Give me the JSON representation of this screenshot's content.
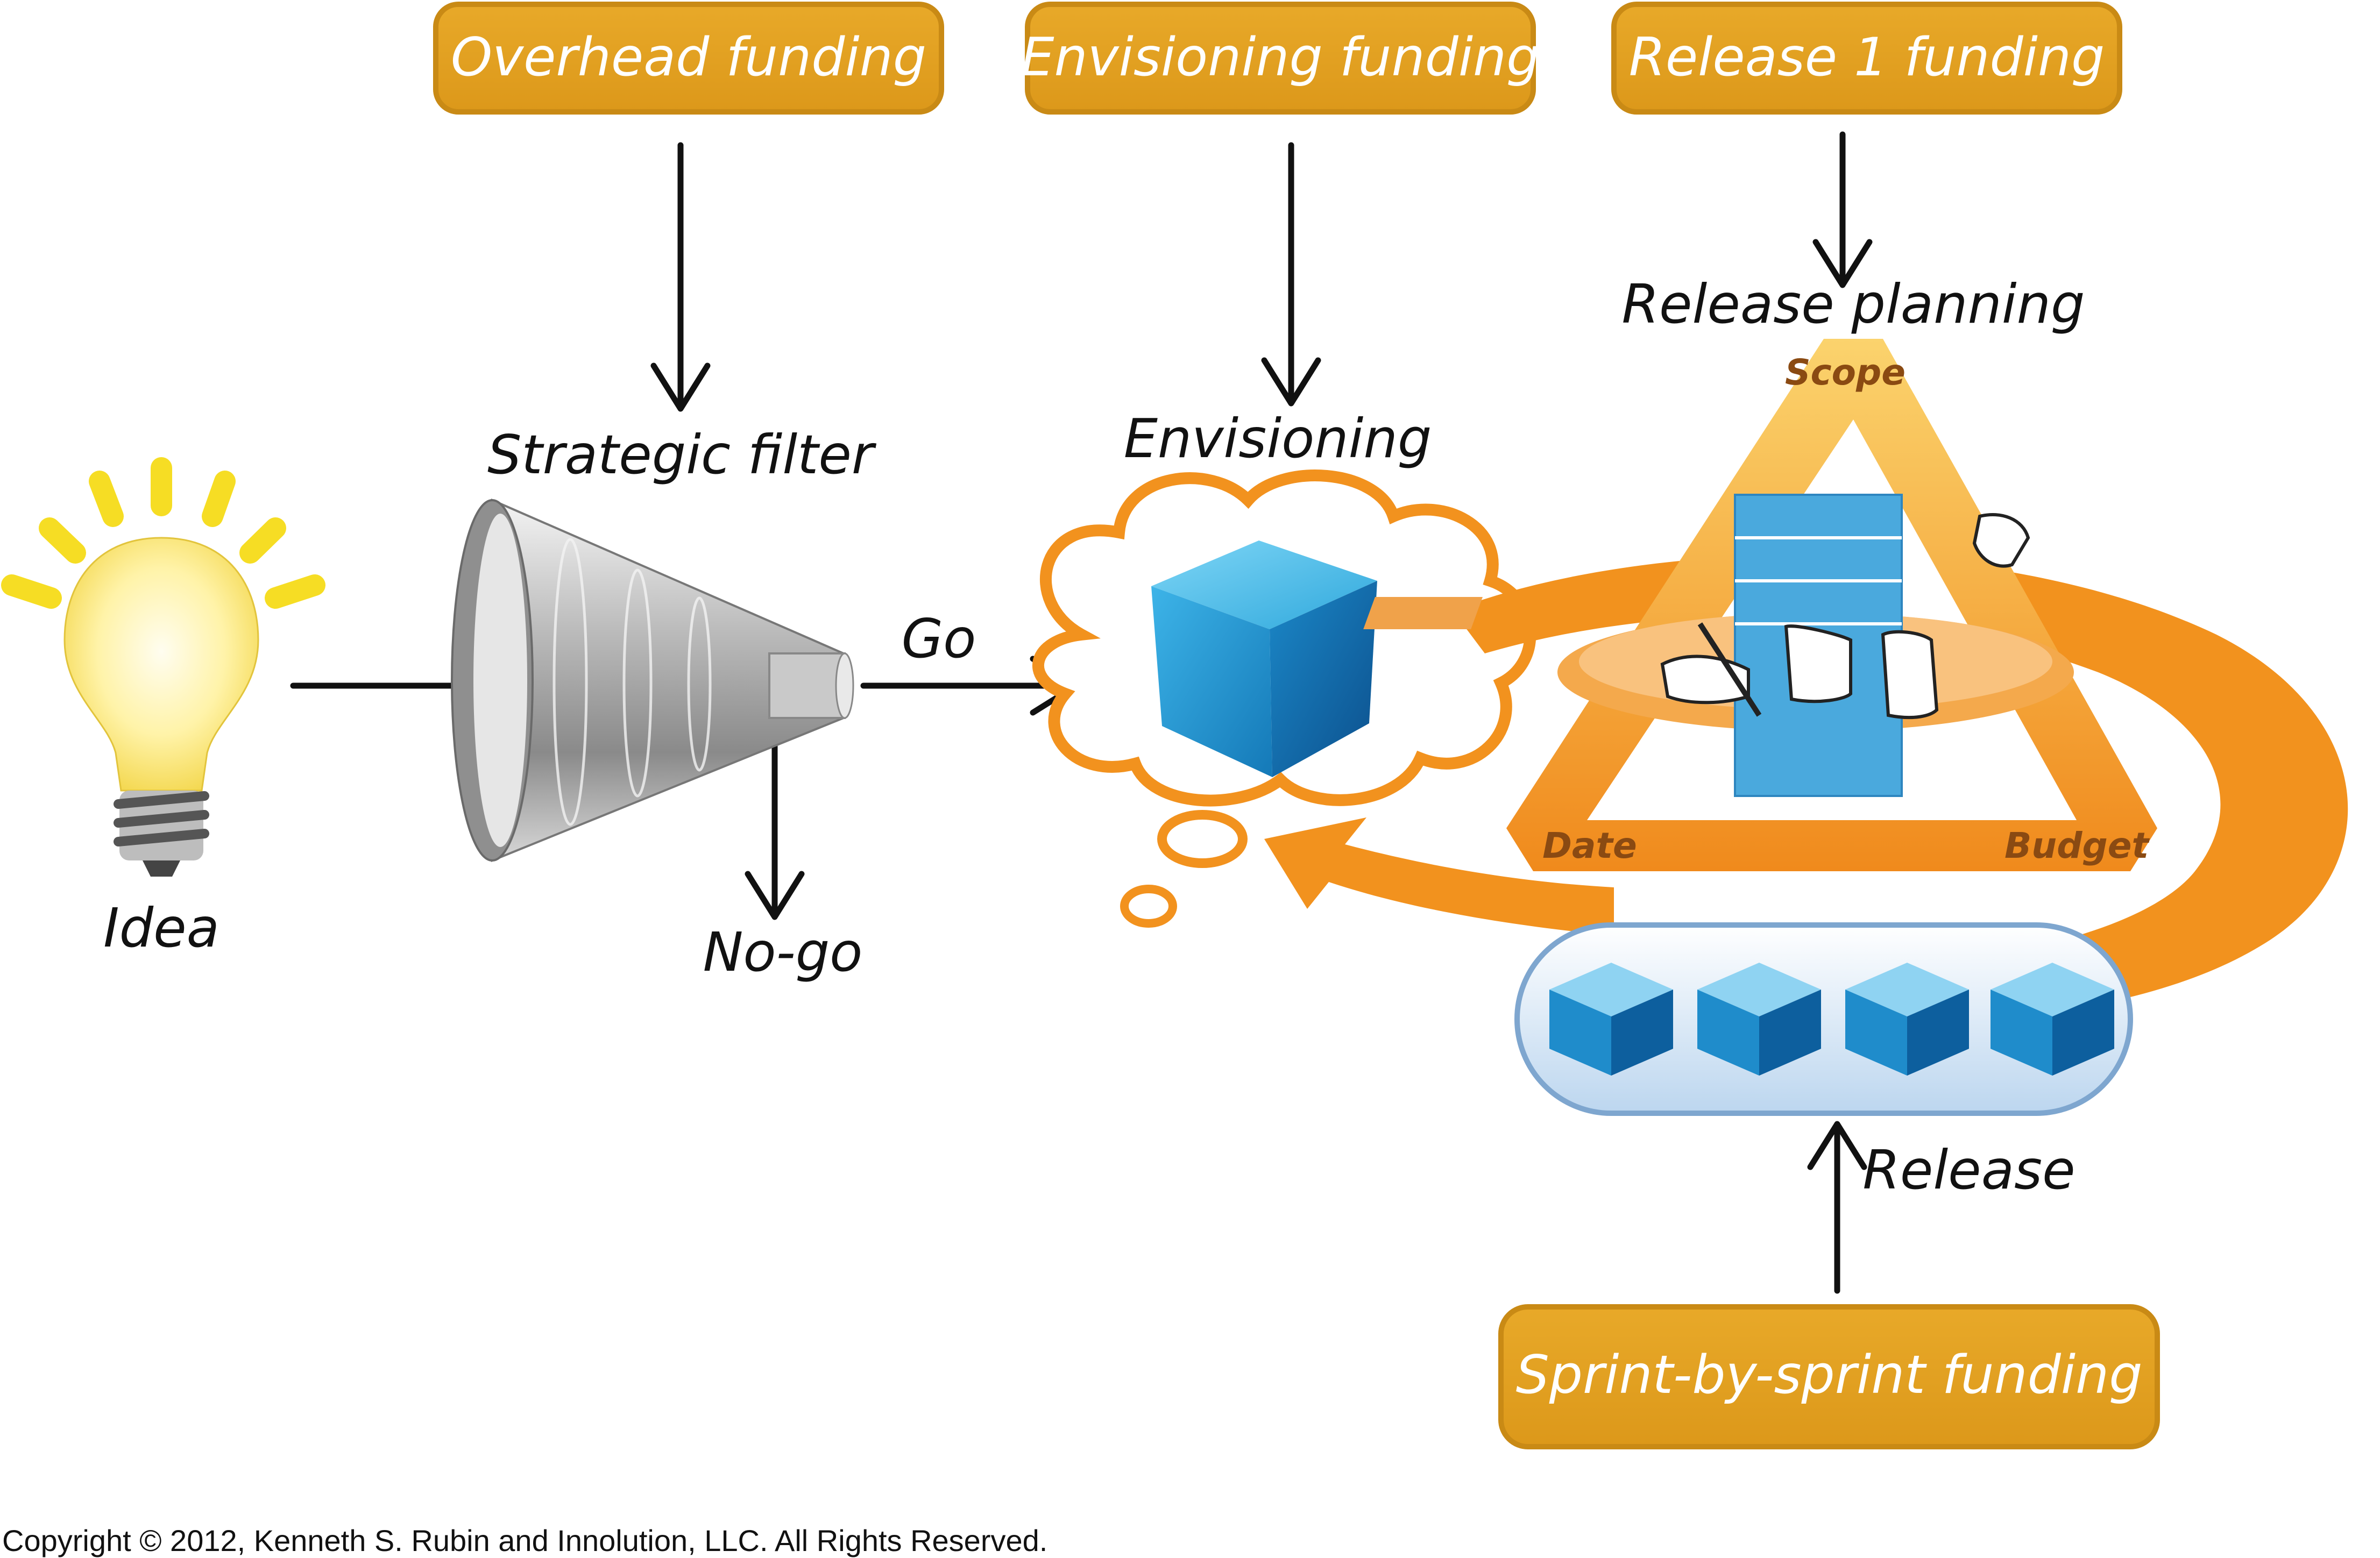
{
  "funding": {
    "overhead": "Overhead funding",
    "envisioning": "Envisioning funding",
    "release1": "Release 1 funding",
    "sprint": "Sprint-by-sprint funding"
  },
  "labels": {
    "idea": "Idea",
    "strategic_filter": "Strategic filter",
    "go": "Go",
    "no_go": "No-go",
    "envisioning": "Envisioning",
    "release_planning": "Release planning",
    "scope": "Scope",
    "date": "Date",
    "budget": "Budget",
    "release": "Release"
  },
  "copyright": "Copyright © 2012, Kenneth S. Rubin and Innolution, LLC. All Rights Reserved.",
  "colors": {
    "funding_box": "#E3A020",
    "funding_border": "#C98A15",
    "orange_loop": "#F2921E",
    "cube_blue": "#2A9FD8",
    "bulb_glow": "#F8E12A"
  }
}
